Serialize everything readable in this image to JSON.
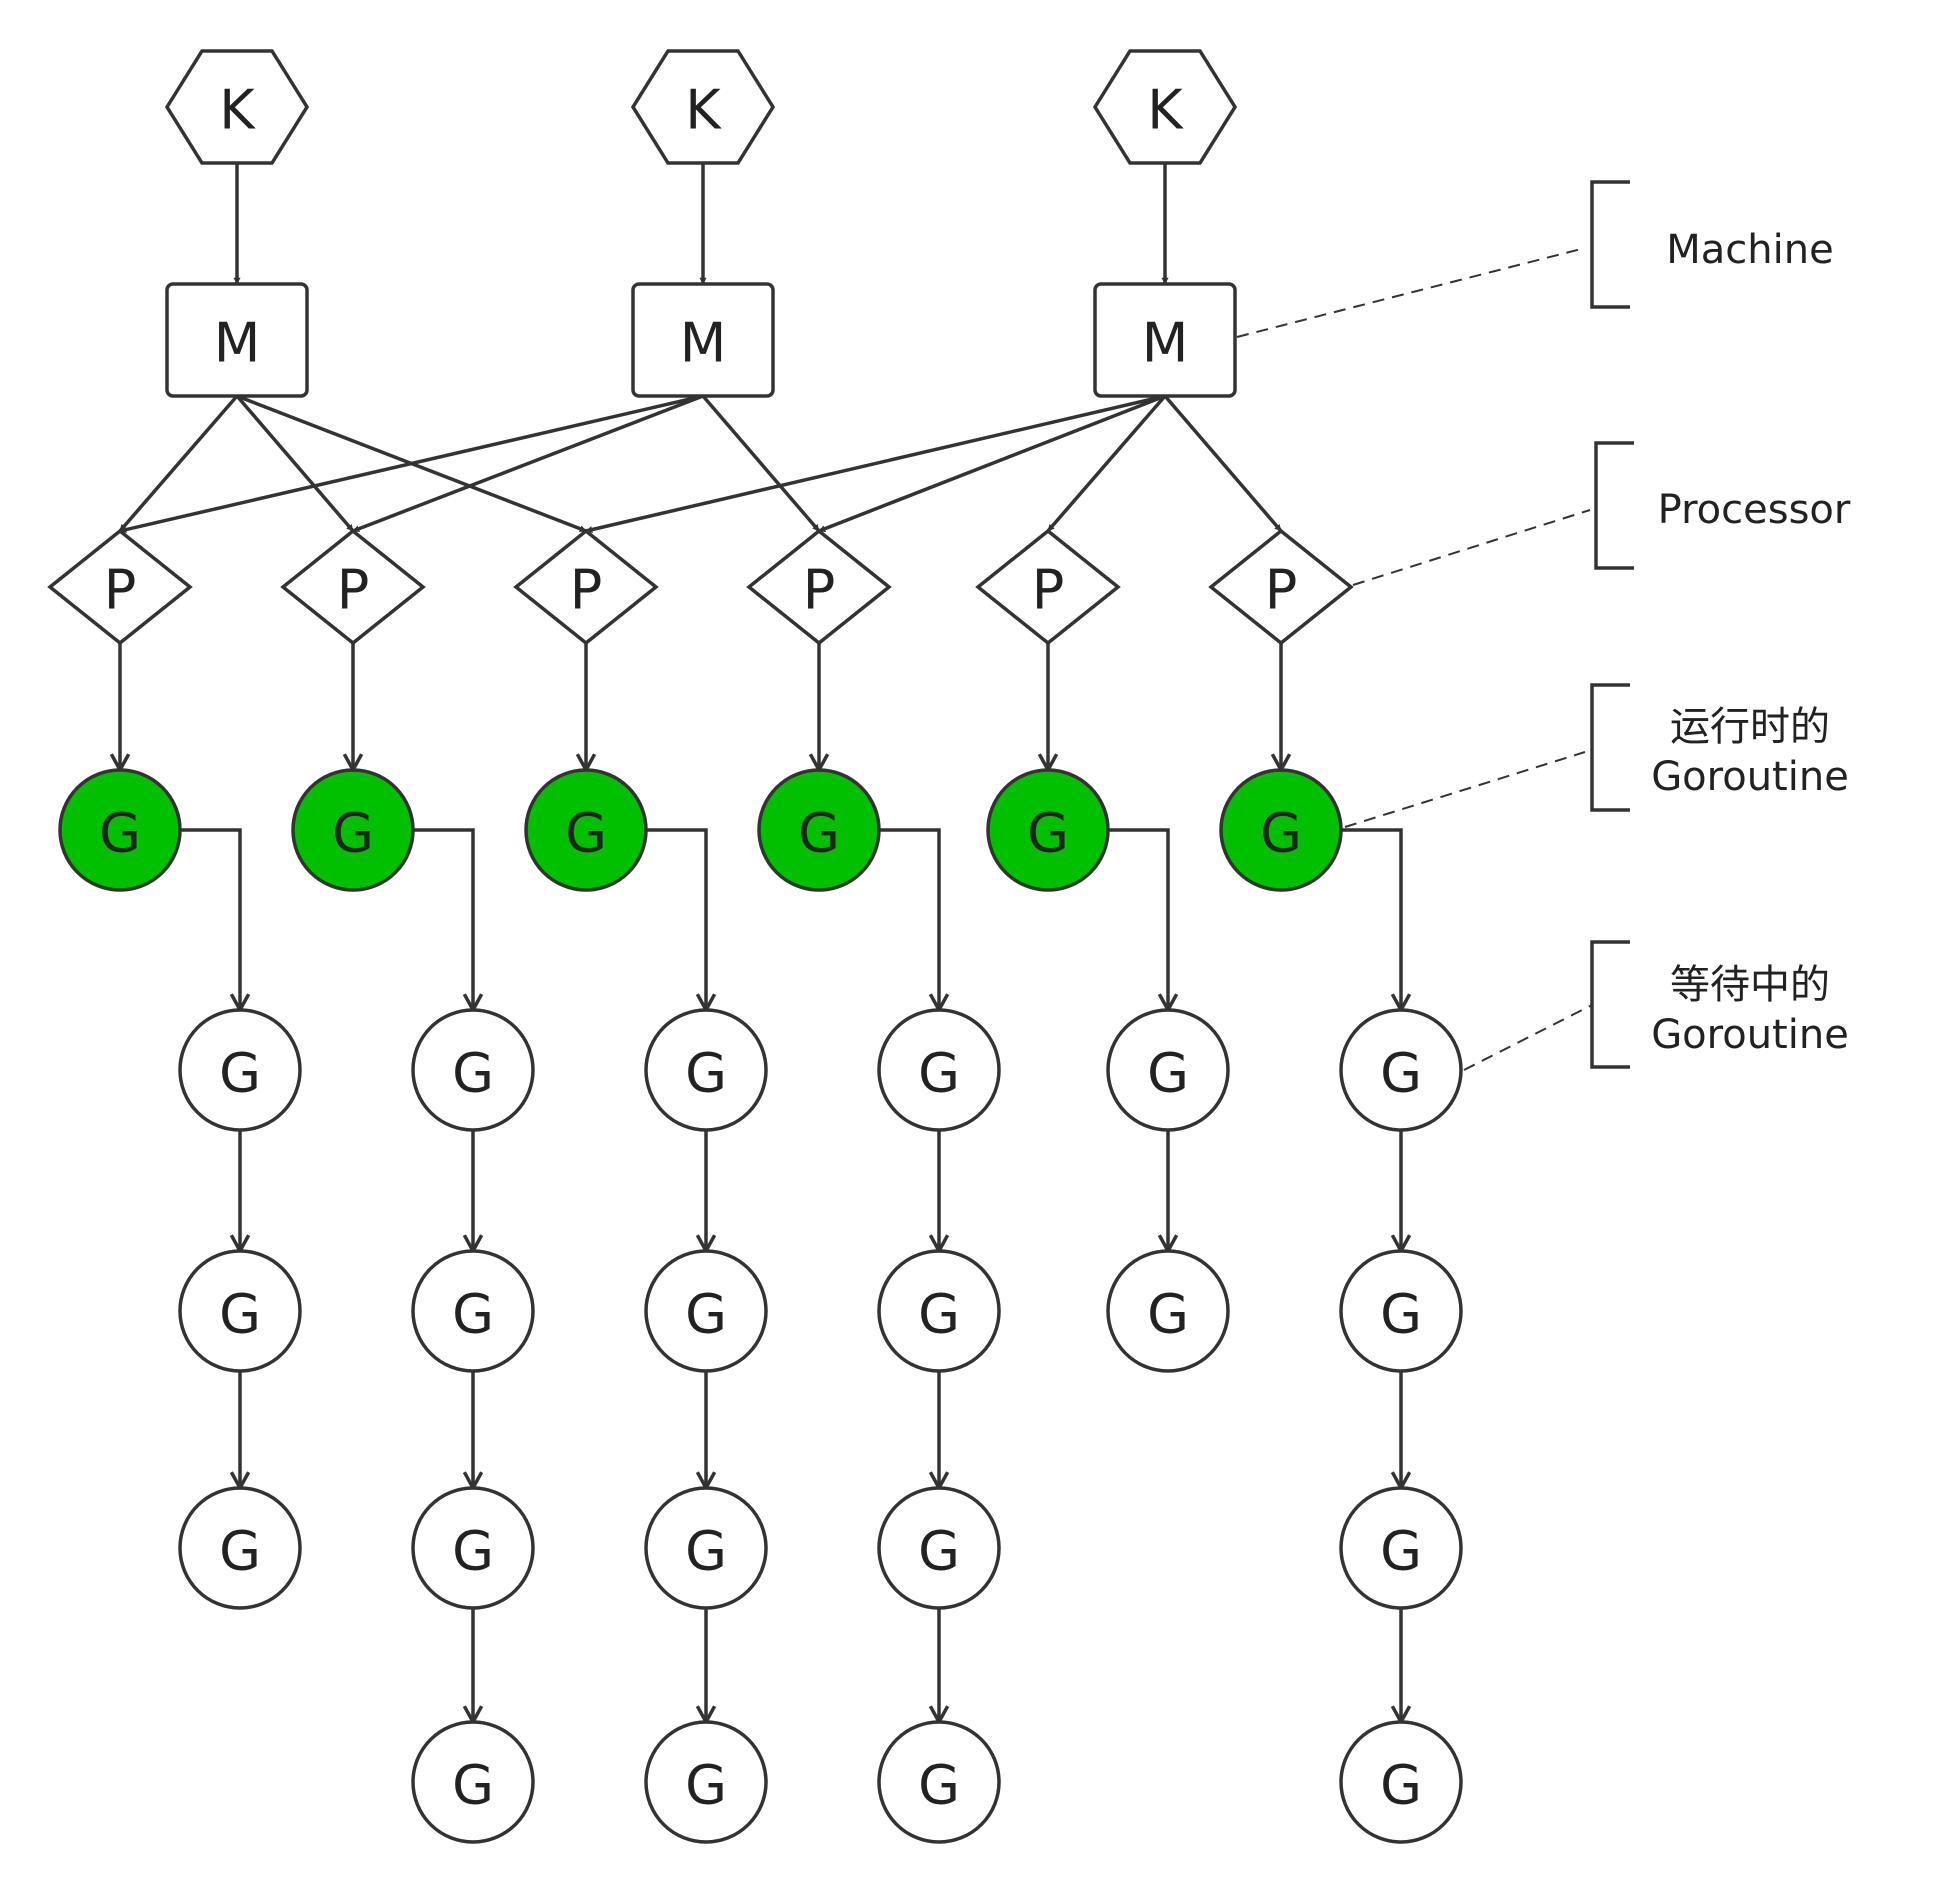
{
  "colors": {
    "running_goroutine": "#00c000",
    "stroke": "#333333",
    "text": "#222222"
  },
  "nodes": {
    "kernel_label": "K",
    "machine_label": "M",
    "processor_label": "P",
    "goroutine_label": "G"
  },
  "structure": {
    "kernel_threads": 3,
    "machines": 3,
    "processors": 6,
    "machine_to_processors": [
      [
        0,
        1,
        2
      ],
      [
        0,
        1,
        3
      ],
      [
        2,
        3,
        4,
        5
      ]
    ],
    "waiting_queue_lengths": [
      3,
      4,
      4,
      4,
      2,
      4
    ]
  },
  "legend": {
    "machine": "Machine",
    "processor": "Processor",
    "running_line1": "运行时的",
    "running_line2": "Goroutine",
    "waiting_line1": "等待中的",
    "waiting_line2": "Goroutine"
  }
}
